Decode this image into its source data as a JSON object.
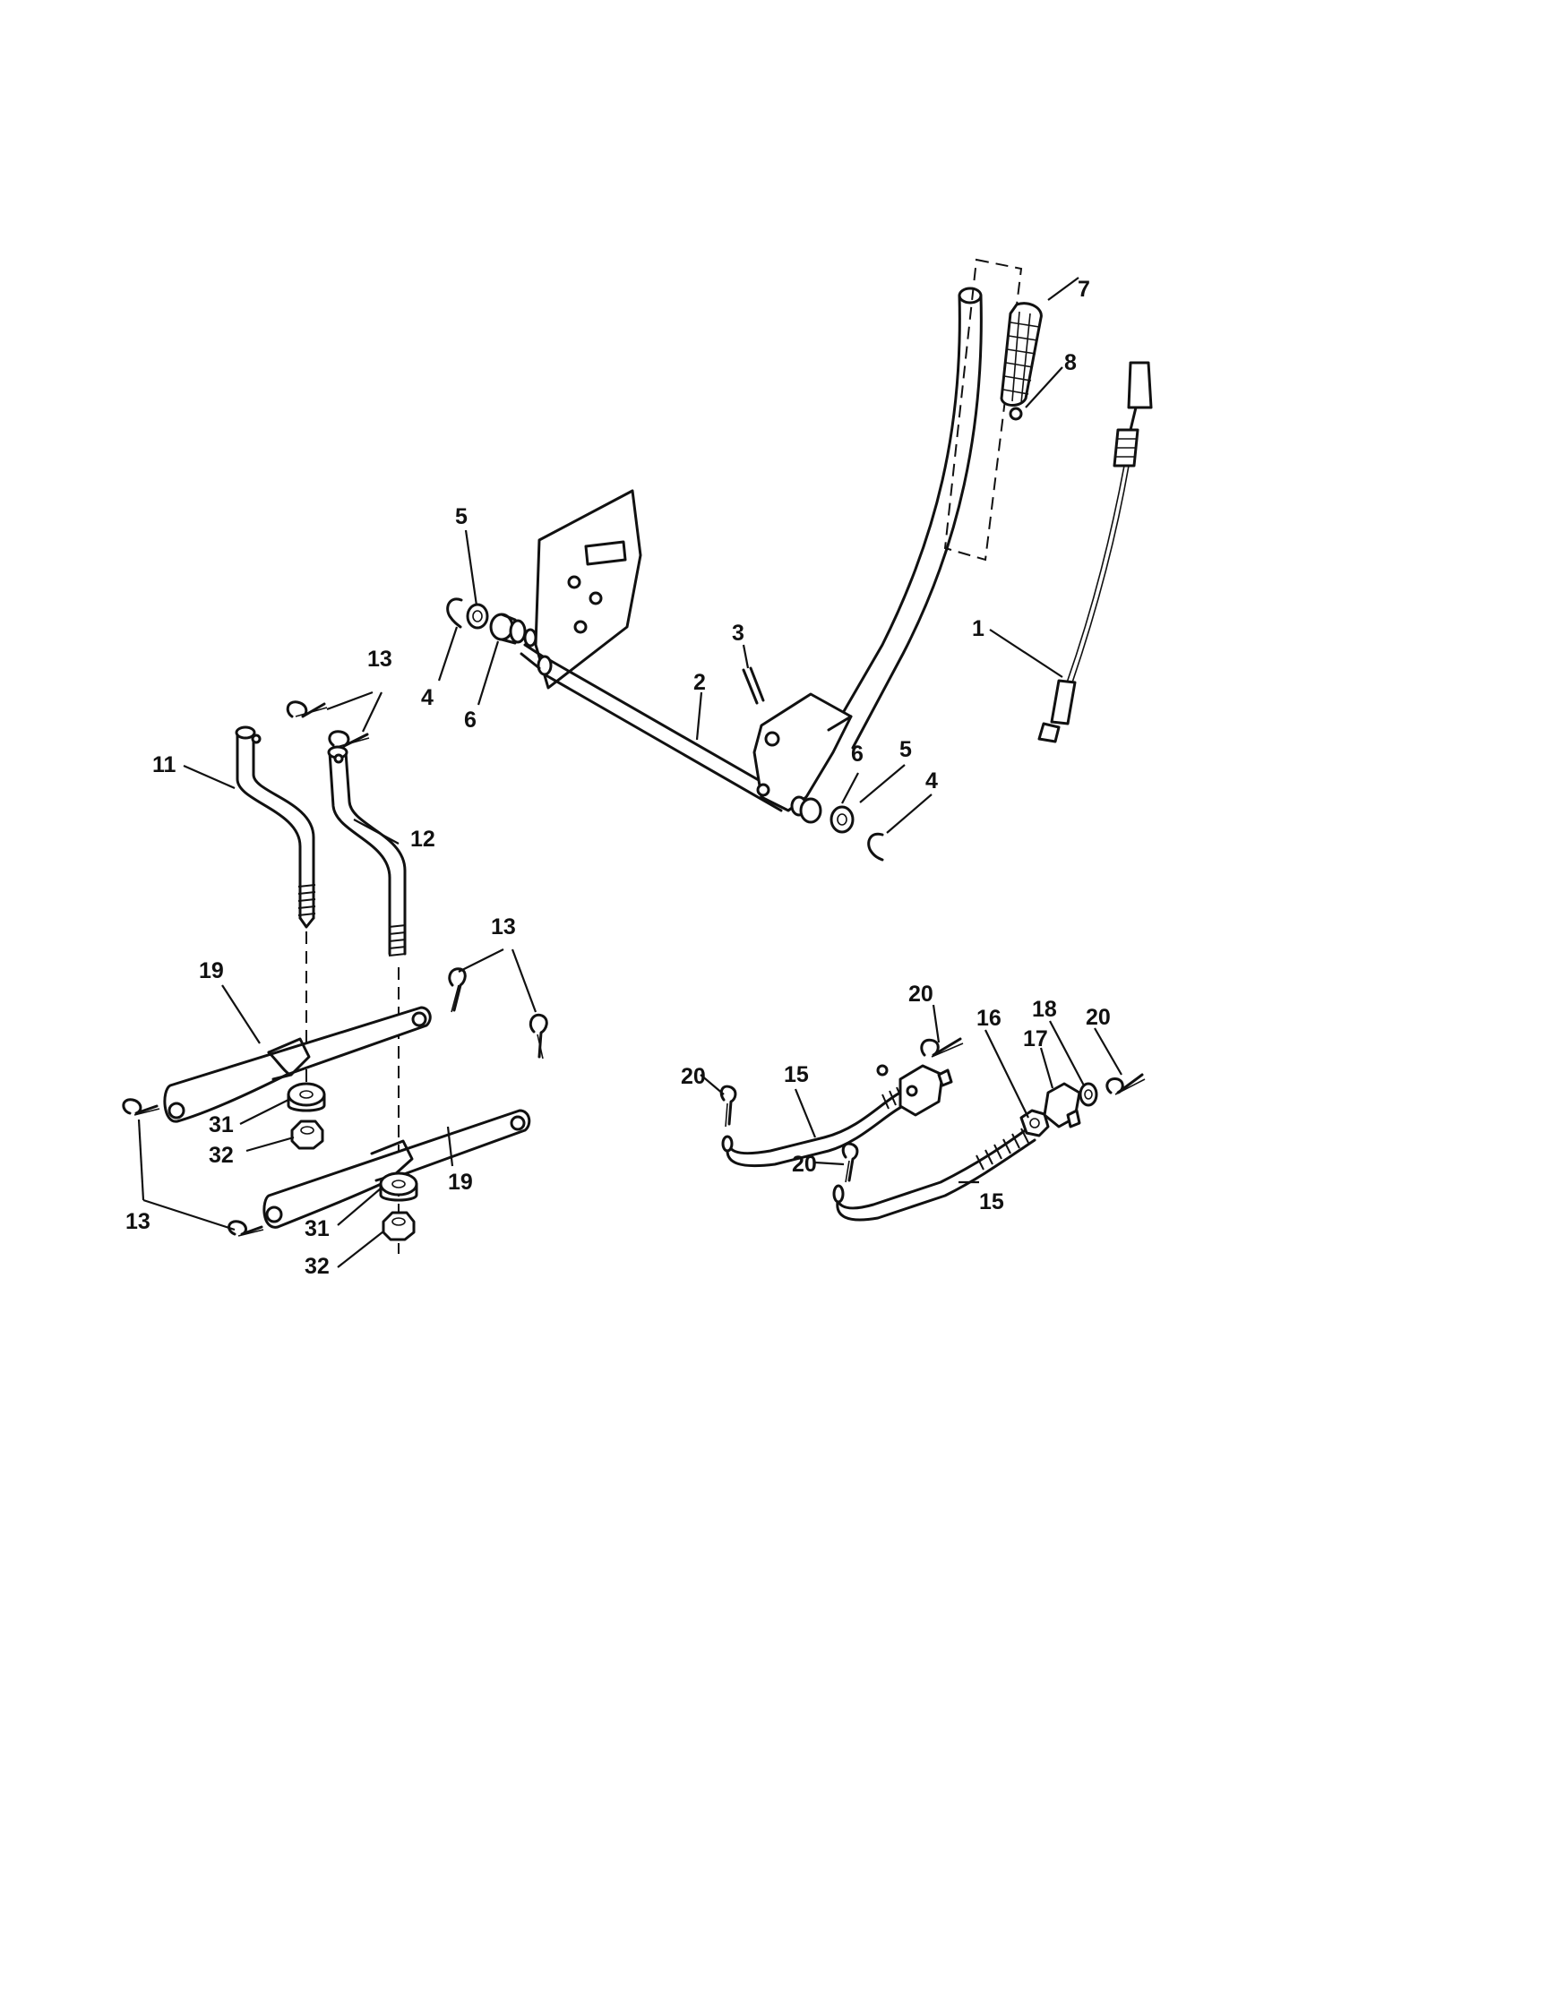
{
  "callouts": {
    "c1": "1",
    "c2": "2",
    "c3": "3",
    "c4a": "4",
    "c4b": "4",
    "c5a": "5",
    "c5b": "5",
    "c6a": "6",
    "c6b": "6",
    "c7": "7",
    "c8": "8",
    "c11": "11",
    "c12": "12",
    "c13a": "13",
    "c13b": "13",
    "c13c": "13",
    "c15a": "15",
    "c15b": "15",
    "c16": "16",
    "c17": "17",
    "c18": "18",
    "c19a": "19",
    "c19b": "19",
    "c20a": "20",
    "c20b": "20",
    "c20c": "20",
    "c31a": "31",
    "c31b": "31",
    "c32a": "32",
    "c32b": "32"
  }
}
